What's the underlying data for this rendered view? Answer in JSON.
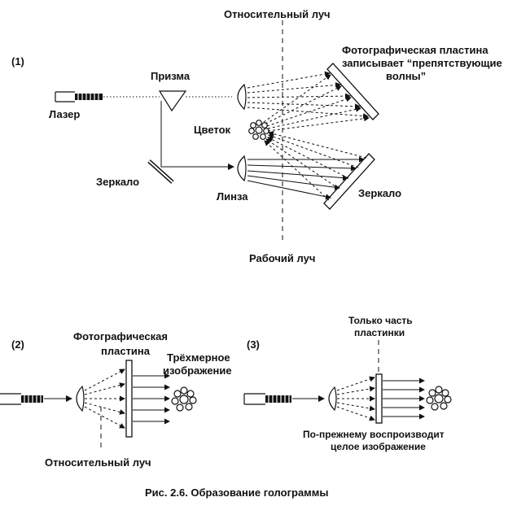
{
  "diagram": {
    "panels": {
      "p1": {
        "number": "(1)",
        "labels": {
          "reference_beam": "Относительный луч",
          "photo_plate_line1": "Фотографическая пластина",
          "photo_plate_line2": "записывает “препятствующие",
          "photo_plate_line3": "волны”",
          "prism": "Призма",
          "laser": "Лазер",
          "flower": "Цветок",
          "mirror_left": "Зеркало",
          "lens": "Линза",
          "mirror_right": "Зеркало",
          "object_beam": "Рабочий луч"
        }
      },
      "p2": {
        "number": "(2)",
        "labels": {
          "photo_plate_line1": "Фотографическая",
          "photo_plate_line2": "пластина",
          "image_line1": "Трёхмерное",
          "image_line2": "изображение",
          "reference_beam": "Относительный луч"
        }
      },
      "p3": {
        "number": "(3)",
        "labels": {
          "part_line1": "Только часть",
          "part_line2": "пластинки",
          "whole_line1": "По-прежнему воспроизводит",
          "whole_line2": "целое изображение"
        }
      }
    },
    "caption": "Рис. 2.6. Образование голограммы"
  },
  "colors": {
    "ink": "#111111",
    "background": "#ffffff"
  },
  "icons": [
    "laser-icon",
    "prism-icon",
    "mirror-icon",
    "lens-icon",
    "flower-icon",
    "photo-plate-icon"
  ]
}
